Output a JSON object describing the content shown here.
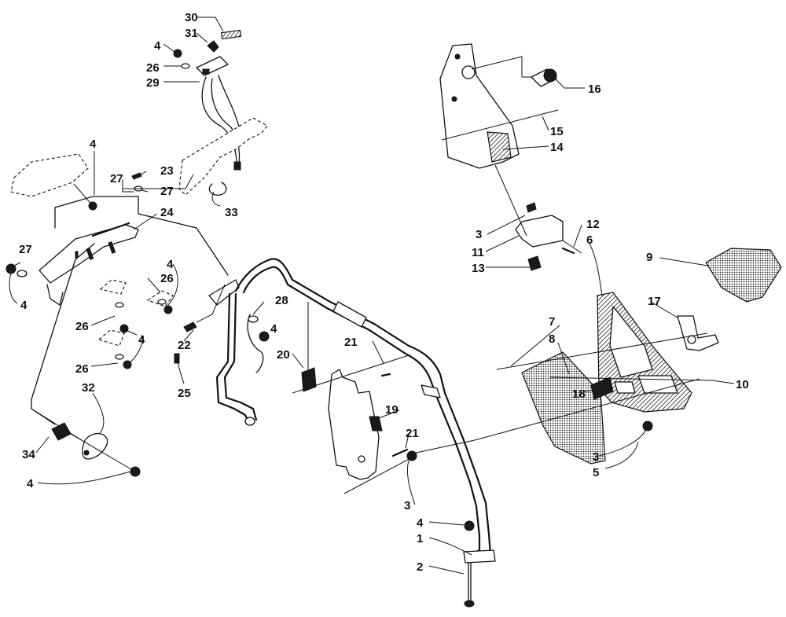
{
  "callouts": [
    {
      "id": "c30",
      "text": "30"
    },
    {
      "id": "c31",
      "text": "31"
    },
    {
      "id": "c4a",
      "text": "4"
    },
    {
      "id": "c26a",
      "text": "26"
    },
    {
      "id": "c29",
      "text": "29"
    },
    {
      "id": "c16",
      "text": "16"
    },
    {
      "id": "c15",
      "text": "15"
    },
    {
      "id": "c14",
      "text": "14"
    },
    {
      "id": "c4b",
      "text": "4"
    },
    {
      "id": "c23",
      "text": "23"
    },
    {
      "id": "c27a",
      "text": "27"
    },
    {
      "id": "c27b",
      "text": "27"
    },
    {
      "id": "c33",
      "text": "33"
    },
    {
      "id": "c24",
      "text": "24"
    },
    {
      "id": "c3a",
      "text": "3"
    },
    {
      "id": "c12",
      "text": "12"
    },
    {
      "id": "c6",
      "text": "6"
    },
    {
      "id": "c11",
      "text": "11"
    },
    {
      "id": "c13",
      "text": "13"
    },
    {
      "id": "c9",
      "text": "9"
    },
    {
      "id": "c27c",
      "text": "27"
    },
    {
      "id": "c4c",
      "text": "4"
    },
    {
      "id": "c26b",
      "text": "26"
    },
    {
      "id": "c4d",
      "text": "4"
    },
    {
      "id": "c28",
      "text": "28"
    },
    {
      "id": "c17",
      "text": "17"
    },
    {
      "id": "c26c",
      "text": "26"
    },
    {
      "id": "c4e",
      "text": "4"
    },
    {
      "id": "c4f",
      "text": "4"
    },
    {
      "id": "c22",
      "text": "22"
    },
    {
      "id": "c7",
      "text": "7"
    },
    {
      "id": "c8",
      "text": "8"
    },
    {
      "id": "c21a",
      "text": "21"
    },
    {
      "id": "c26d",
      "text": "26"
    },
    {
      "id": "c20",
      "text": "20"
    },
    {
      "id": "c32",
      "text": "32"
    },
    {
      "id": "c25",
      "text": "25"
    },
    {
      "id": "c10",
      "text": "10"
    },
    {
      "id": "c18",
      "text": "18"
    },
    {
      "id": "c19",
      "text": "19"
    },
    {
      "id": "c21b",
      "text": "21"
    },
    {
      "id": "c34",
      "text": "34"
    },
    {
      "id": "c4g",
      "text": "4"
    },
    {
      "id": "c3b",
      "text": "3"
    },
    {
      "id": "c5",
      "text": "5"
    },
    {
      "id": "c3c",
      "text": "3"
    },
    {
      "id": "c4h",
      "text": "4"
    },
    {
      "id": "c1",
      "text": "1"
    },
    {
      "id": "c2",
      "text": "2"
    }
  ]
}
